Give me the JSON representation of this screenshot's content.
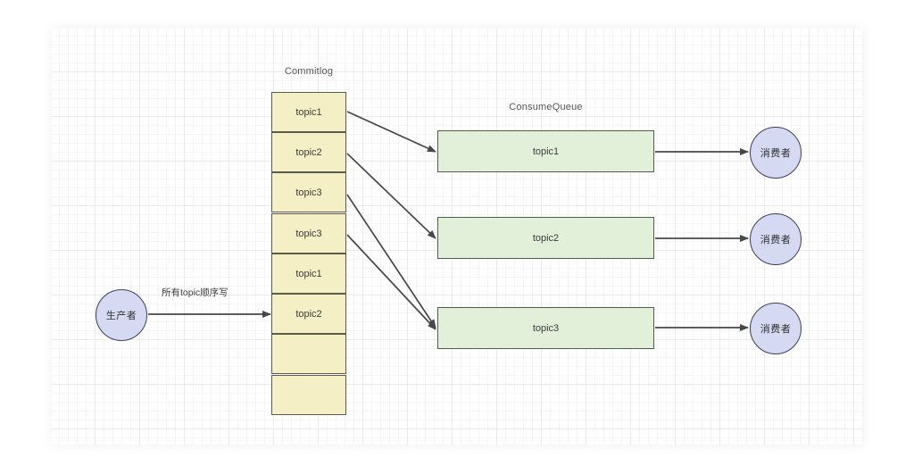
{
  "diagram": {
    "commitlog": {
      "title": "Commitlog",
      "cells": [
        {
          "label": "topic1"
        },
        {
          "label": "topic2"
        },
        {
          "label": "topic3"
        },
        {
          "label": "topic3"
        },
        {
          "label": "topic1"
        },
        {
          "label": "topic2"
        },
        {
          "label": ""
        },
        {
          "label": ""
        }
      ]
    },
    "consume_queue": {
      "title": "ConsumeQueue",
      "queues": [
        {
          "label": "topic1"
        },
        {
          "label": "topic2"
        },
        {
          "label": "topic3"
        }
      ]
    },
    "producer": {
      "label": "生产者"
    },
    "consumers": [
      {
        "label": "消费者"
      },
      {
        "label": "消费者"
      },
      {
        "label": "消费者"
      }
    ],
    "edges": {
      "producer_to_commitlog_label": "所有topic顺序写"
    },
    "colors": {
      "commitlog_fill": "#f5efc6",
      "commitlog_stroke": "#5b5b4b",
      "queue_fill": "#e2f0da",
      "queue_stroke": "#4f5d4b",
      "actor_fill": "#d5daf2",
      "actor_stroke": "#3c3f57",
      "arrow_stroke": "#46484a",
      "canvas_bg": "#ffffff"
    }
  }
}
